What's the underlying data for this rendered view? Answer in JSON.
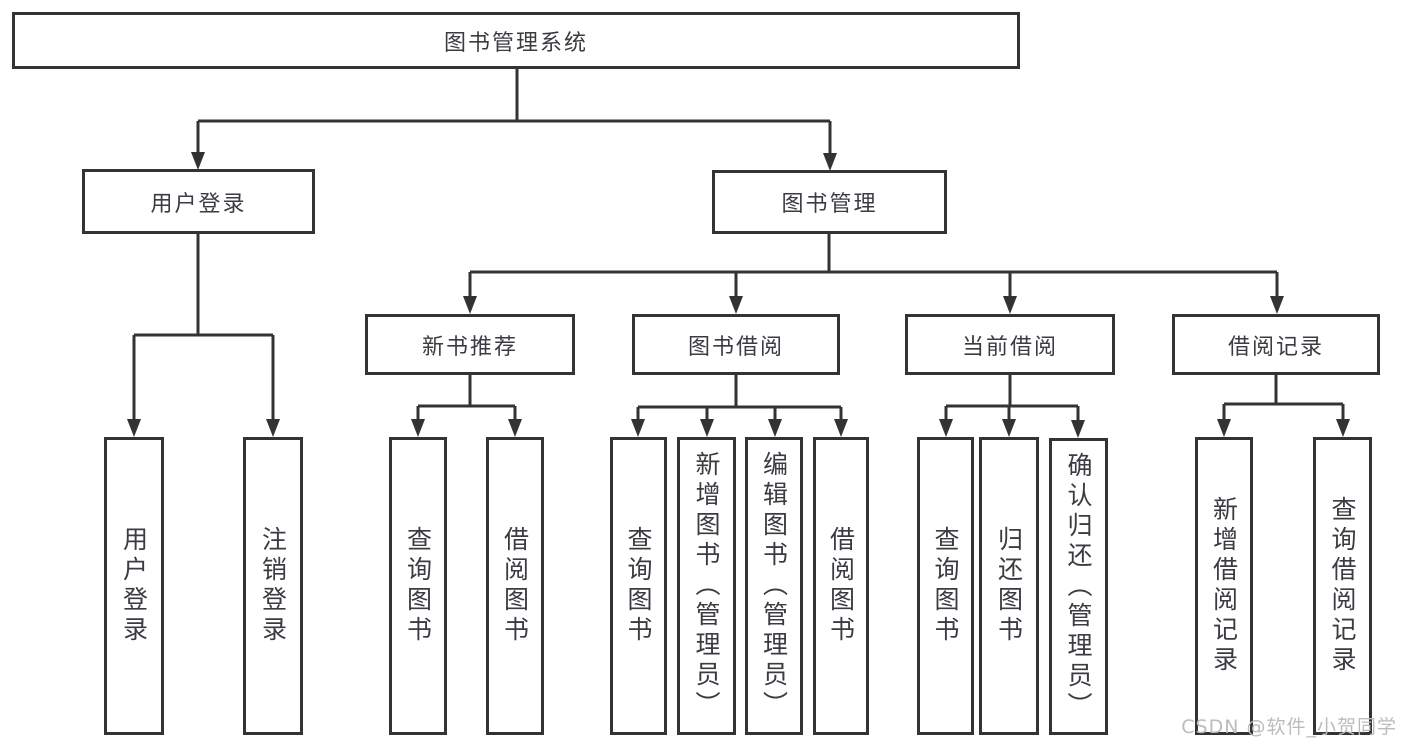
{
  "tree": {
    "root": {
      "label": "图书管理系统"
    },
    "level2": [
      {
        "label": "用户登录",
        "children": [
          {
            "label": "用户登录"
          },
          {
            "label": "注销登录"
          }
        ]
      },
      {
        "label": "图书管理",
        "children": [
          {
            "label": "新书推荐",
            "children": [
              {
                "label": "查询图书"
              },
              {
                "label": "借阅图书"
              }
            ]
          },
          {
            "label": "图书借阅",
            "children": [
              {
                "label": "查询图书"
              },
              {
                "label": "新增图书（管理员）"
              },
              {
                "label": "编辑图书（管理员）"
              },
              {
                "label": "借阅图书"
              }
            ]
          },
          {
            "label": "当前借阅",
            "children": [
              {
                "label": "查询图书"
              },
              {
                "label": "归还图书"
              },
              {
                "label": "确认归还（管理员）"
              }
            ]
          },
          {
            "label": "借阅记录",
            "children": [
              {
                "label": "新增借阅记录"
              },
              {
                "label": "查询借阅记录"
              }
            ]
          }
        ]
      }
    ]
  },
  "watermark": {
    "text": "CSDN @软件_小贺同学"
  },
  "colors": {
    "line": "#333333",
    "box_border": "#333333",
    "text": "#3b3b42",
    "watermark": "#bcbcbc",
    "background": "#ffffff"
  }
}
